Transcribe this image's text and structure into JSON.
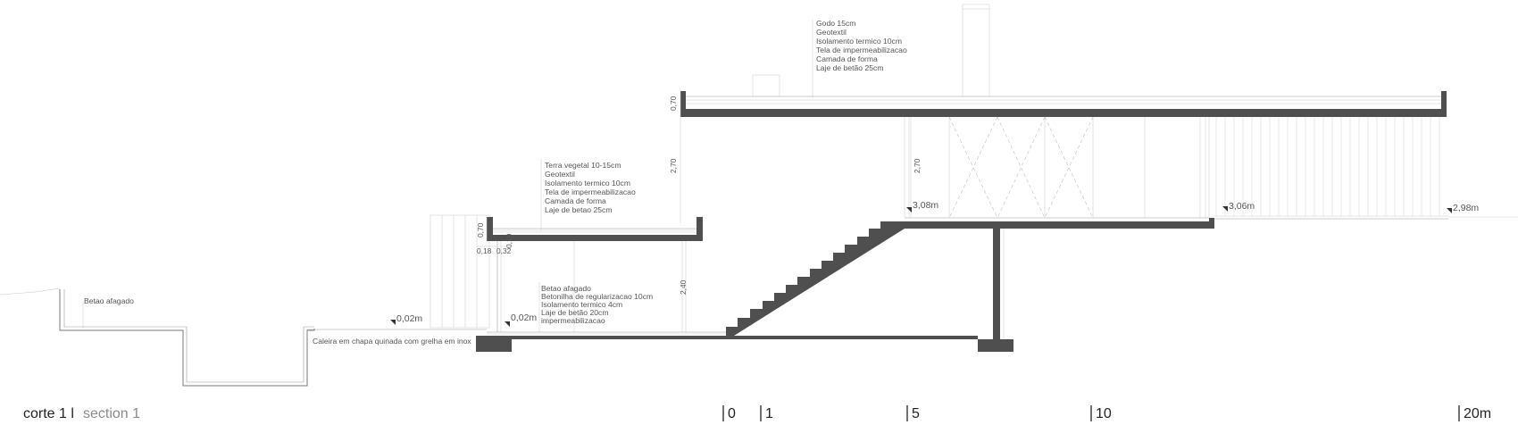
{
  "notes": {
    "roof_main": [
      "Godo 15cm",
      "Geotextil",
      "Isolamento termico 10cm",
      "Tela de impermeabilizacao",
      "Camada de forma",
      "Laje de betão 25cm"
    ],
    "roof_low": [
      "Terra vegetal 10-15cm",
      "Geotextil",
      "Isolamento termico 10cm",
      "Tela de impermeabilizacao",
      "Camada de forma",
      "Laje de betao 25cm"
    ],
    "floor": [
      "Betao afagado",
      "Betonilha de regularizacao 10cm",
      "Isolamento termico 4cm",
      "Laje de betão 20cm",
      "impermeabilizacao"
    ],
    "outside_floor": "Betao afagado",
    "gutter": "Caleira em chapa quinada com grelha em inox"
  },
  "dimensions": {
    "roof_main_thickness": "0,70",
    "upper_height": "2,70",
    "upper_height_right": "2,70",
    "low_roof_thickness": "0,70",
    "low_roof_step": "0,10",
    "offset_a": "0,18",
    "offset_b": "0,32",
    "ground_height": "2,40"
  },
  "levels": {
    "terrace_left": "0,02m",
    "ground_floor": "0,02m",
    "upper_floor": "3,08m",
    "upper_right": "3,06m",
    "terrace_right": "2,98m"
  },
  "caption": {
    "main": "corte 1 l",
    "sub": "section 1"
  },
  "scale": {
    "ticks": [
      "0",
      "1",
      "5",
      "10",
      "20m"
    ]
  }
}
